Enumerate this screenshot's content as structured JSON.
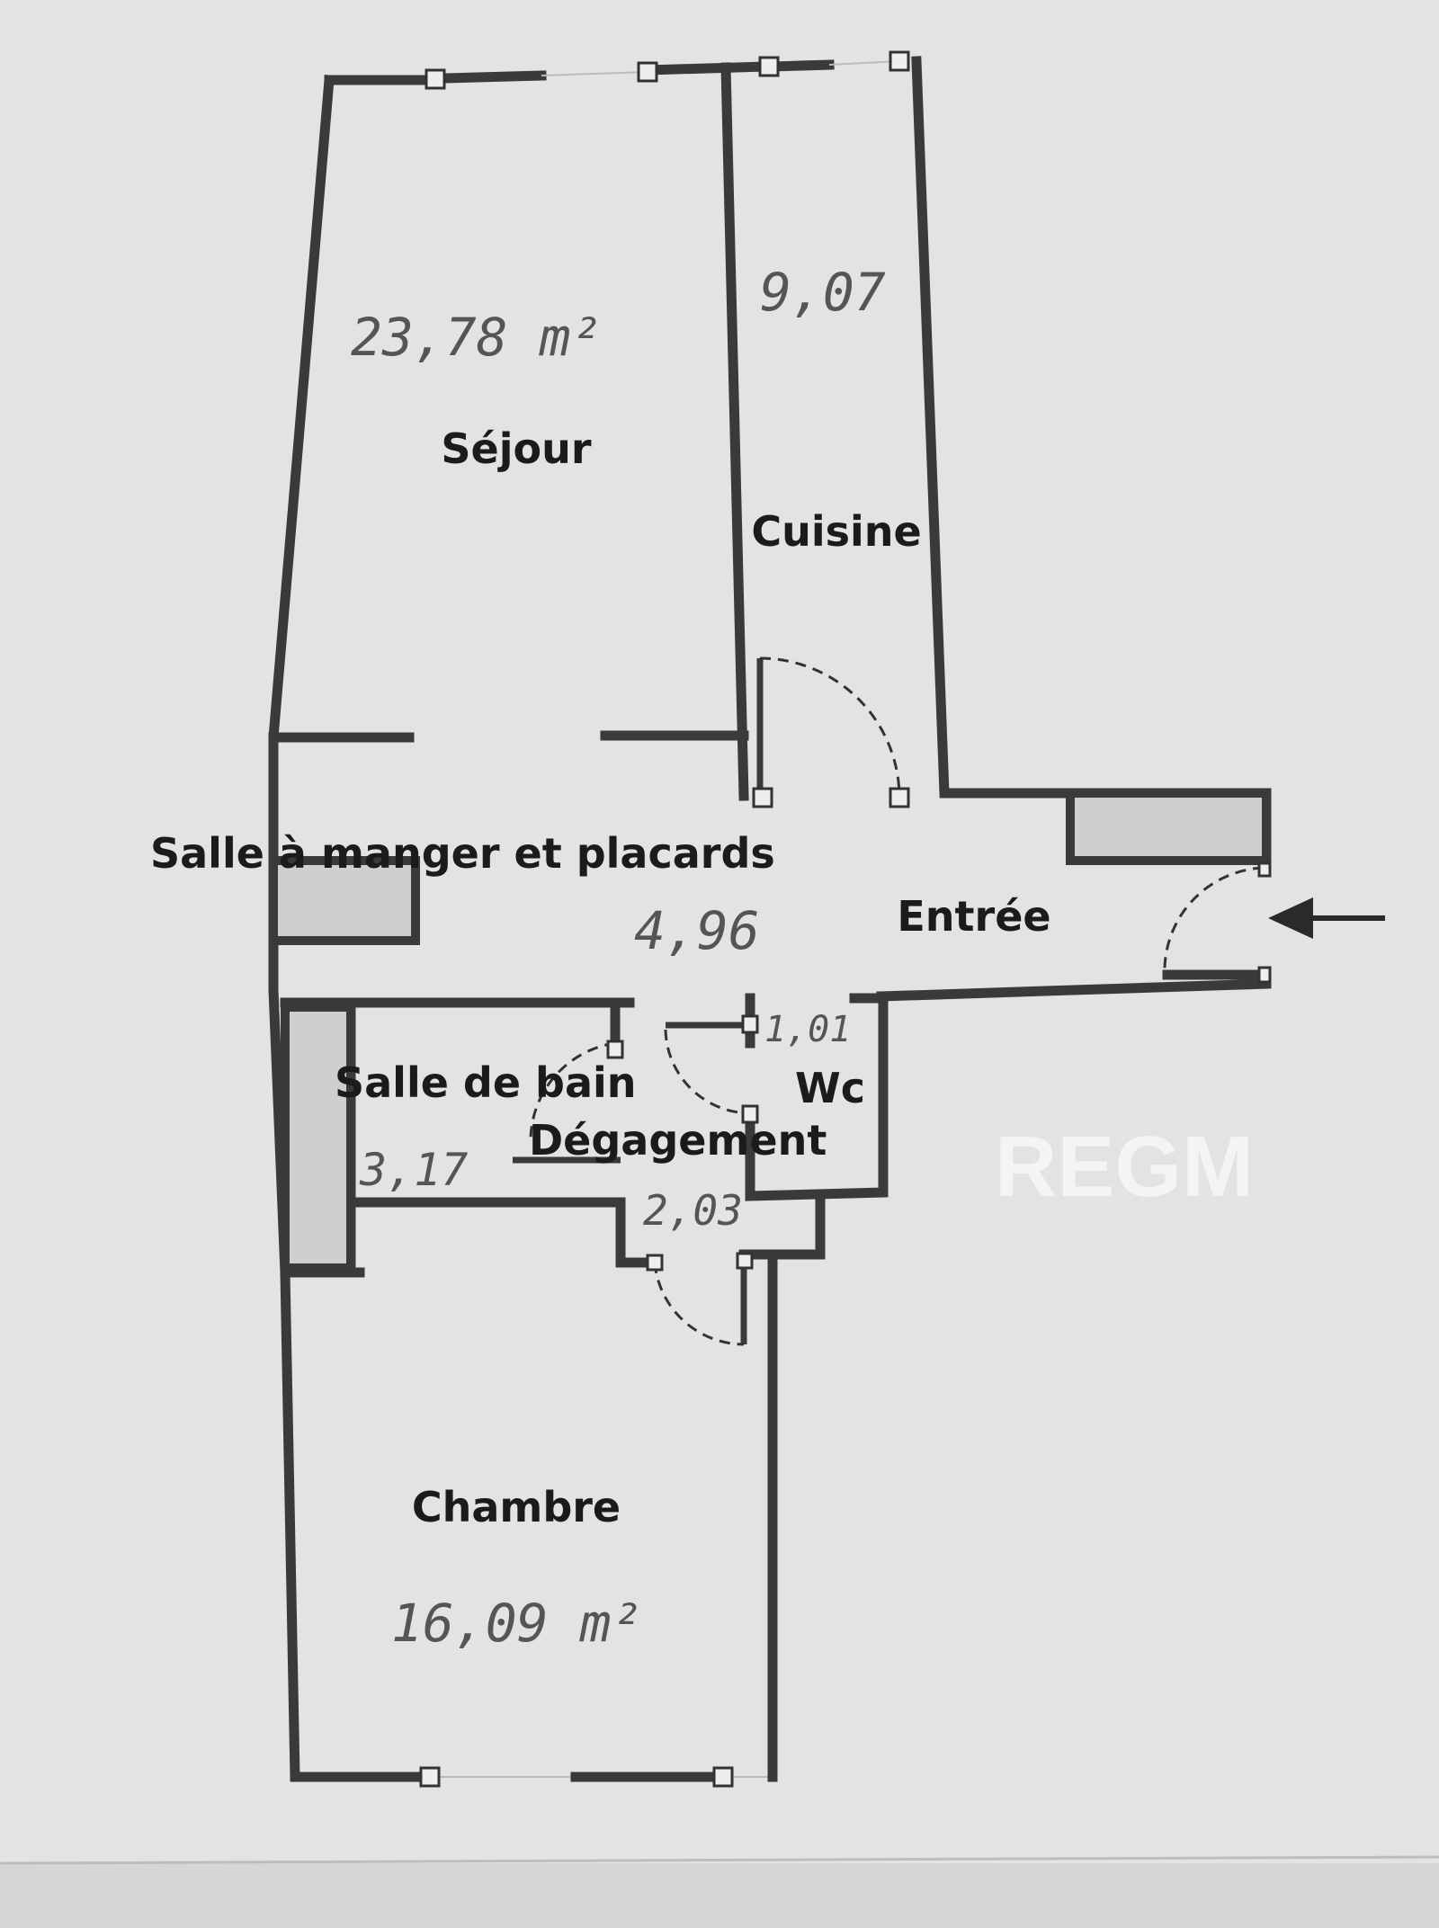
{
  "rooms": {
    "sejour": {
      "name": "Séjour",
      "area": "23,78 m²"
    },
    "cuisine": {
      "name": "Cuisine",
      "area": "9,07"
    },
    "salle_a_manger": {
      "name": "Salle à manger et placards"
    },
    "entree": {
      "name": "Entrée",
      "area": "4,96"
    },
    "salle_de_bain": {
      "name": "Salle de bain",
      "area": "3,17"
    },
    "wc": {
      "name": "Wc",
      "area": "1,01"
    },
    "degagement": {
      "name": "Dégagement",
      "area": "2,03"
    },
    "chambre": {
      "name": "Chambre",
      "area": "16,09 m²"
    }
  },
  "watermark": "REGM"
}
